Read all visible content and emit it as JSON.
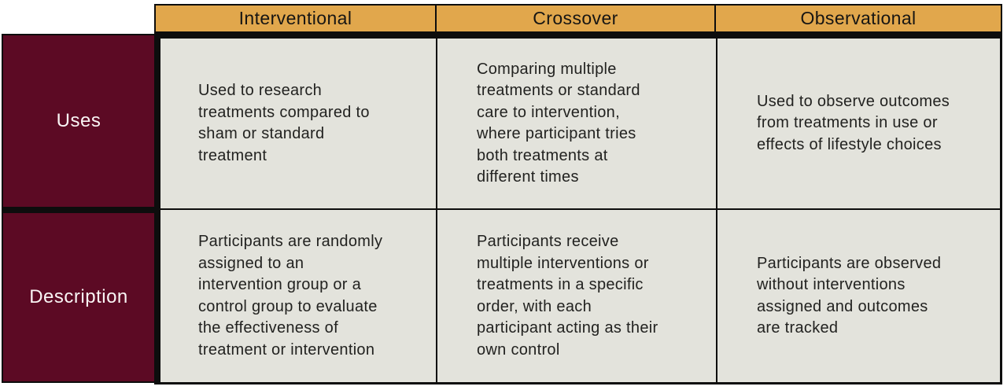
{
  "colors": {
    "header_bg": "#e1a74c",
    "row_header_bg": "#5c0a24",
    "cell_bg": "#e3e3dc",
    "border": "#0d0d0d",
    "header_text": "#161513",
    "row_header_text": "#faf5f5",
    "cell_text": "#222220"
  },
  "table": {
    "column_headers": [
      "Interventional",
      "Crossover",
      "Observational"
    ],
    "row_headers": [
      "Uses",
      "Description"
    ],
    "cells": {
      "uses": [
        [
          "Used to research",
          "treatments compared to",
          "sham or standard",
          "treatment"
        ],
        [
          "Comparing multiple",
          "treatments or standard",
          "care to intervention,",
          "where participant tries",
          "both treatments at",
          "different times"
        ],
        [
          "Used to observe outcomes",
          "from treatments in use or",
          "effects of lifestyle choices"
        ]
      ],
      "description": [
        [
          "Participants are randomly",
          "assigned to an",
          "intervention group or a",
          "control group to evaluate",
          "the effectiveness of",
          "treatment or intervention"
        ],
        [
          "Participants receive",
          "multiple interventions or",
          "treatments in a specific",
          "order, with each",
          "participant acting as their",
          "own control"
        ],
        [
          "Participants are observed",
          "without interventions",
          "assigned and outcomes",
          "are tracked"
        ]
      ]
    }
  }
}
